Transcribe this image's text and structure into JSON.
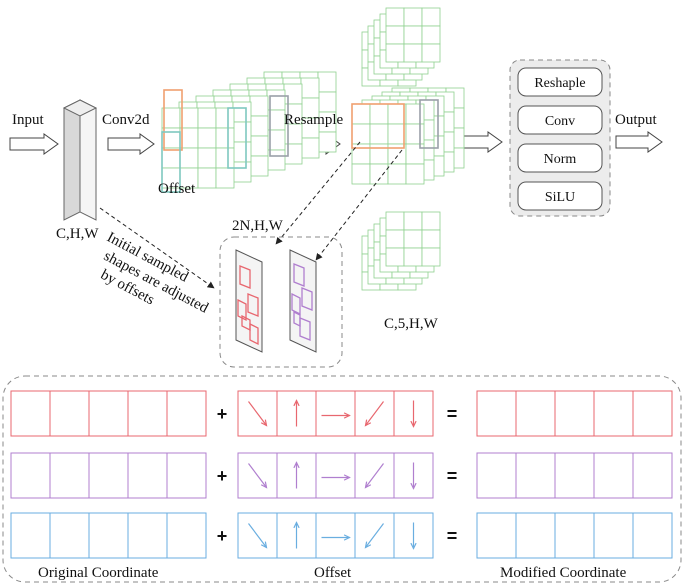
{
  "labels": {
    "input": "Input",
    "conv2d": "Conv2d",
    "offset_top": "Offset",
    "chw": "C,H,W",
    "two_n_hw": "2N,H,W",
    "resample": "Resample",
    "output": "Output",
    "c5hw": "C,5,H,W",
    "note_line1": "Initial sampled",
    "note_line2": "shapes are adjusted",
    "note_line3": "by offsets"
  },
  "pipeline_steps": [
    "Reshaple",
    "Conv",
    "Norm",
    "SiLU"
  ],
  "bottom": {
    "plus": "+",
    "equals": "=",
    "caption_original": "Original Coordinate",
    "caption_offset": "Offset",
    "caption_modified": "Modified Coordinate"
  },
  "rows": [
    {
      "color": "#e8676f",
      "arrows": [
        "down-right",
        "up",
        "right",
        "down-left",
        "down"
      ]
    },
    {
      "color": "#b07fcf",
      "arrows": [
        "down-right",
        "up",
        "right",
        "down-left",
        "down"
      ]
    },
    {
      "color": "#6aaee0",
      "arrows": [
        "down-right",
        "up",
        "right",
        "down-left",
        "down"
      ]
    }
  ],
  "colors": {
    "grid_green": "#8fd18f",
    "highlight_orange": "#f0a070",
    "highlight_red": "#e8676f",
    "highlight_purple": "#b07fcf",
    "highlight_teal": "#7fc8c0",
    "panel_fill": "#ececec",
    "box_border": "#555555"
  }
}
